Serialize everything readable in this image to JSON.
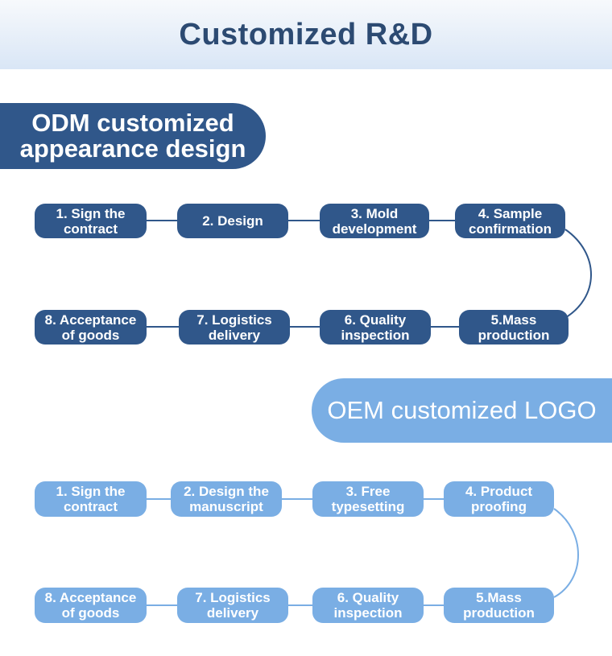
{
  "header": {
    "title": "Customized R&D"
  },
  "odm": {
    "title_line1": "ODM customized",
    "title_line2": "appearance design",
    "steps": [
      "1. Sign the contract",
      "2. Design",
      "3. Mold development",
      "4. Sample confirmation",
      "5.Mass production",
      "6. Quality inspection",
      "7. Logistics delivery",
      "8. Acceptance of goods"
    ]
  },
  "oem": {
    "title": "OEM customized LOGO",
    "steps": [
      "1. Sign the contract",
      "2. Design the manuscript",
      "3. Free typesetting",
      "4. Product proofing",
      "5.Mass production",
      "6. Quality inspection",
      "7. Logistics delivery",
      "8. Acceptance of goods"
    ]
  },
  "colors": {
    "odm": "#30578a",
    "oem": "#7aaee4",
    "title": "#2c4a72"
  }
}
